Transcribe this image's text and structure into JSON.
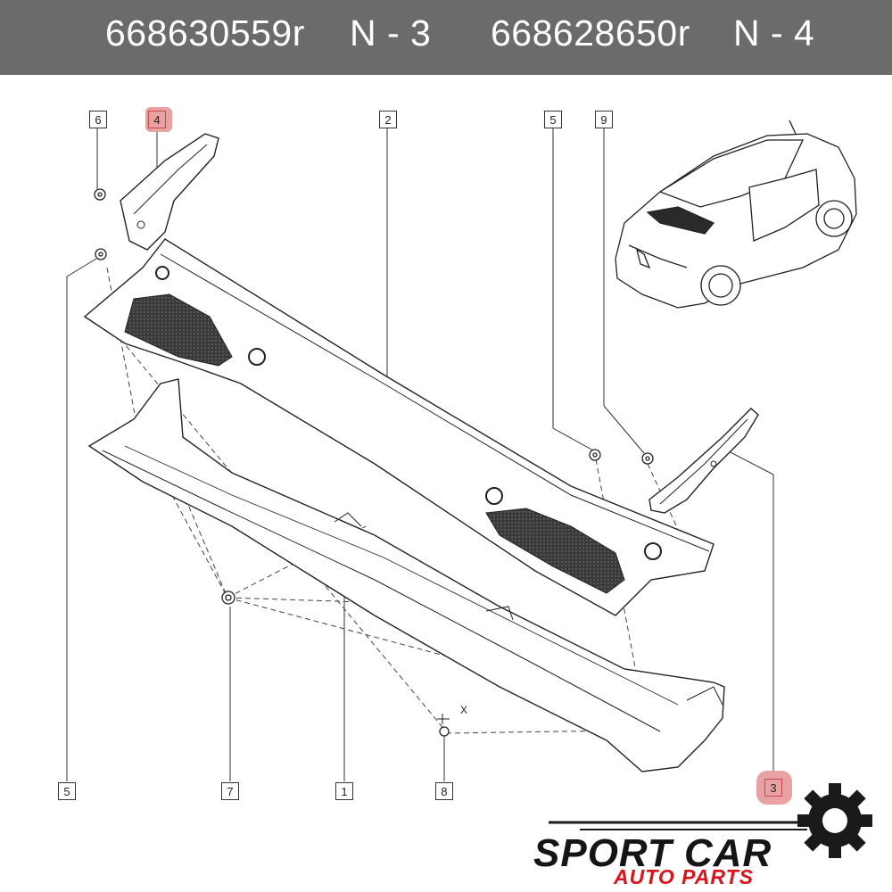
{
  "header": {
    "part_number_1": "668630559r",
    "ref_1": "N - 3",
    "part_number_2": "668628650r",
    "ref_2": "N - 4"
  },
  "callouts": {
    "c6": "6",
    "c4": "4",
    "c2": "2",
    "c5_top": "5",
    "c9": "9",
    "c5_bottom": "5",
    "c7": "7",
    "c1": "1",
    "c8": "8",
    "c3": "3"
  },
  "fastener_mark": "X",
  "logo": {
    "line1": "SPORT CAR",
    "line2": "AUTO PARTS",
    "icon": "gear-icon"
  },
  "colors": {
    "header_bg": "#6b6b6b",
    "highlight": "#e8a2a4",
    "logo_red": "#d9151c",
    "logo_dark": "#151515"
  }
}
